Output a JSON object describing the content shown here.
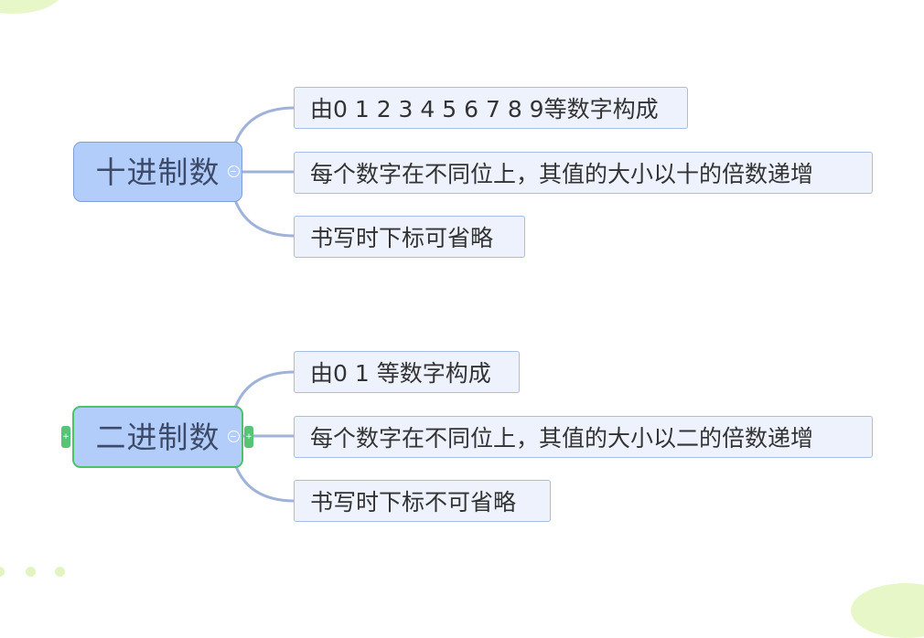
{
  "mindmap": {
    "groups": [
      {
        "central": "十进制数",
        "children": [
          "由0 1 2 3 4 5 6 7 8 9等数字构成",
          "每个数字在不同位上，其值的大小以十的倍数递增",
          "书写时下标可省略"
        ]
      },
      {
        "central": "二进制数",
        "children": [
          "由0 1 等数字构成",
          "每个数字在不同位上，其值的大小以二的倍数递增",
          "书写时下标不可省略"
        ]
      }
    ],
    "handle_glyph": "+"
  },
  "colors": {
    "central_fill": "#b3cdfb",
    "topic_fill": "#edf2fc",
    "link": "#9fb2da",
    "selection": "#4cc26a",
    "decoration": "#e8f7c8"
  }
}
